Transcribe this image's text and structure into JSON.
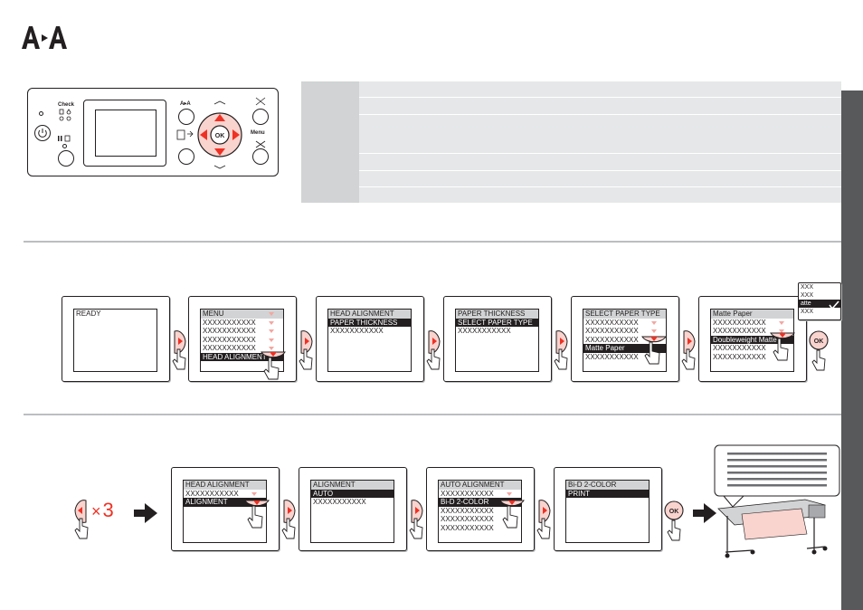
{
  "panel": {
    "check_label": "Check",
    "menu_label": "Menu",
    "ok_label": "OK",
    "aa_label": "A▸A"
  },
  "steps_top": [
    {
      "id": "ready",
      "rows": [
        {
          "text": "READY",
          "style": "plain"
        }
      ]
    },
    {
      "id": "menu",
      "rows": [
        {
          "text": "MENU",
          "style": "title",
          "tri": true
        },
        {
          "text": "XXXXXXXXXXX",
          "style": "plain",
          "tri": true
        },
        {
          "text": "XXXXXXXXXXX",
          "style": "plain",
          "tri": true
        },
        {
          "text": "XXXXXXXXXXX",
          "style": "plain",
          "tri": true
        },
        {
          "text": "XXXXXXXXXXX",
          "style": "plain",
          "tri": true
        },
        {
          "text": "HEAD ALIGNMENT",
          "style": "sel"
        }
      ]
    },
    {
      "id": "head-alignment",
      "rows": [
        {
          "text": "HEAD ALIGNMENT",
          "style": "title"
        },
        {
          "text": "PAPER THICKNESS",
          "style": "sel"
        },
        {
          "text": "XXXXXXXXXXX",
          "style": "plain"
        }
      ]
    },
    {
      "id": "paper-thickness",
      "rows": [
        {
          "text": "PAPER THICKNESS",
          "style": "title"
        },
        {
          "text": "SELECT PAPER TYPE",
          "style": "sel"
        },
        {
          "text": "XXXXXXXXXXX",
          "style": "plain"
        }
      ]
    },
    {
      "id": "select-paper-type",
      "rows": [
        {
          "text": "SELECT PAPER TYPE",
          "style": "title"
        },
        {
          "text": "XXXXXXXXXXX",
          "style": "plain",
          "tri": true
        },
        {
          "text": "XXXXXXXXXXX",
          "style": "plain",
          "tri": true
        },
        {
          "text": "XXXXXXXXXXX",
          "style": "plain",
          "tri": true
        },
        {
          "text": "Matte Paper",
          "style": "sel"
        },
        {
          "text": "XXXXXXXXXXX",
          "style": "plain"
        }
      ]
    },
    {
      "id": "matte-paper",
      "rows": [
        {
          "text": "Matte Paper",
          "style": "title"
        },
        {
          "text": "XXXXXXXXXXX",
          "style": "plain",
          "tri": true
        },
        {
          "text": "XXXXXXXXXXX",
          "style": "plain",
          "tri": true
        },
        {
          "text": "Doubleweight Matte",
          "style": "sel"
        },
        {
          "text": "XXXXXXXXXXX",
          "style": "plain"
        },
        {
          "text": "XXXXXXXXXXX",
          "style": "plain"
        }
      ]
    }
  ],
  "callout": {
    "rows": [
      {
        "text": "XXX",
        "style": "plain"
      },
      {
        "text": "XXX",
        "style": "plain"
      },
      {
        "text": "atte",
        "style": "sel"
      },
      {
        "text": "XXX",
        "style": "plain"
      }
    ]
  },
  "times_label": "3",
  "steps_bottom": [
    {
      "id": "head-alignment-2",
      "rows": [
        {
          "text": "HEAD ALIGNMENT",
          "style": "title"
        },
        {
          "text": "XXXXXXXXXXX",
          "style": "plain",
          "tri": true
        },
        {
          "text": "ALIGNMENT",
          "style": "sel"
        }
      ]
    },
    {
      "id": "alignment",
      "rows": [
        {
          "text": "ALIGNMENT",
          "style": "title"
        },
        {
          "text": "AUTO",
          "style": "sel"
        },
        {
          "text": "XXXXXXXXXXX",
          "style": "plain"
        }
      ]
    },
    {
      "id": "auto-alignment",
      "rows": [
        {
          "text": "AUTO ALIGNMENT",
          "style": "title"
        },
        {
          "text": "XXXXXXXXXXX",
          "style": "plain",
          "tri": true
        },
        {
          "text": "Bi-D 2-COLOR",
          "style": "sel"
        },
        {
          "text": "XXXXXXXXXXX",
          "style": "plain"
        },
        {
          "text": "XXXXXXXXXXX",
          "style": "plain"
        },
        {
          "text": "XXXXXXXXXXX",
          "style": "plain"
        }
      ]
    },
    {
      "id": "bi-d-2-color",
      "rows": [
        {
          "text": "Bi-D 2-COLOR",
          "style": "title"
        },
        {
          "text": "PRINT",
          "style": "sel"
        }
      ]
    }
  ],
  "colors": {
    "accent": "#ee3124",
    "pink": "#f9d3ce",
    "gray_tab": "#58595b"
  },
  "icons": [
    "power-icon",
    "pause-icon",
    "paper-feed-icon",
    "cut-icon",
    "ink-icon",
    "up-arrow-icon",
    "down-arrow-icon",
    "left-arrow-icon",
    "right-arrow-icon",
    "hand-pointer-icon",
    "check-icon"
  ]
}
